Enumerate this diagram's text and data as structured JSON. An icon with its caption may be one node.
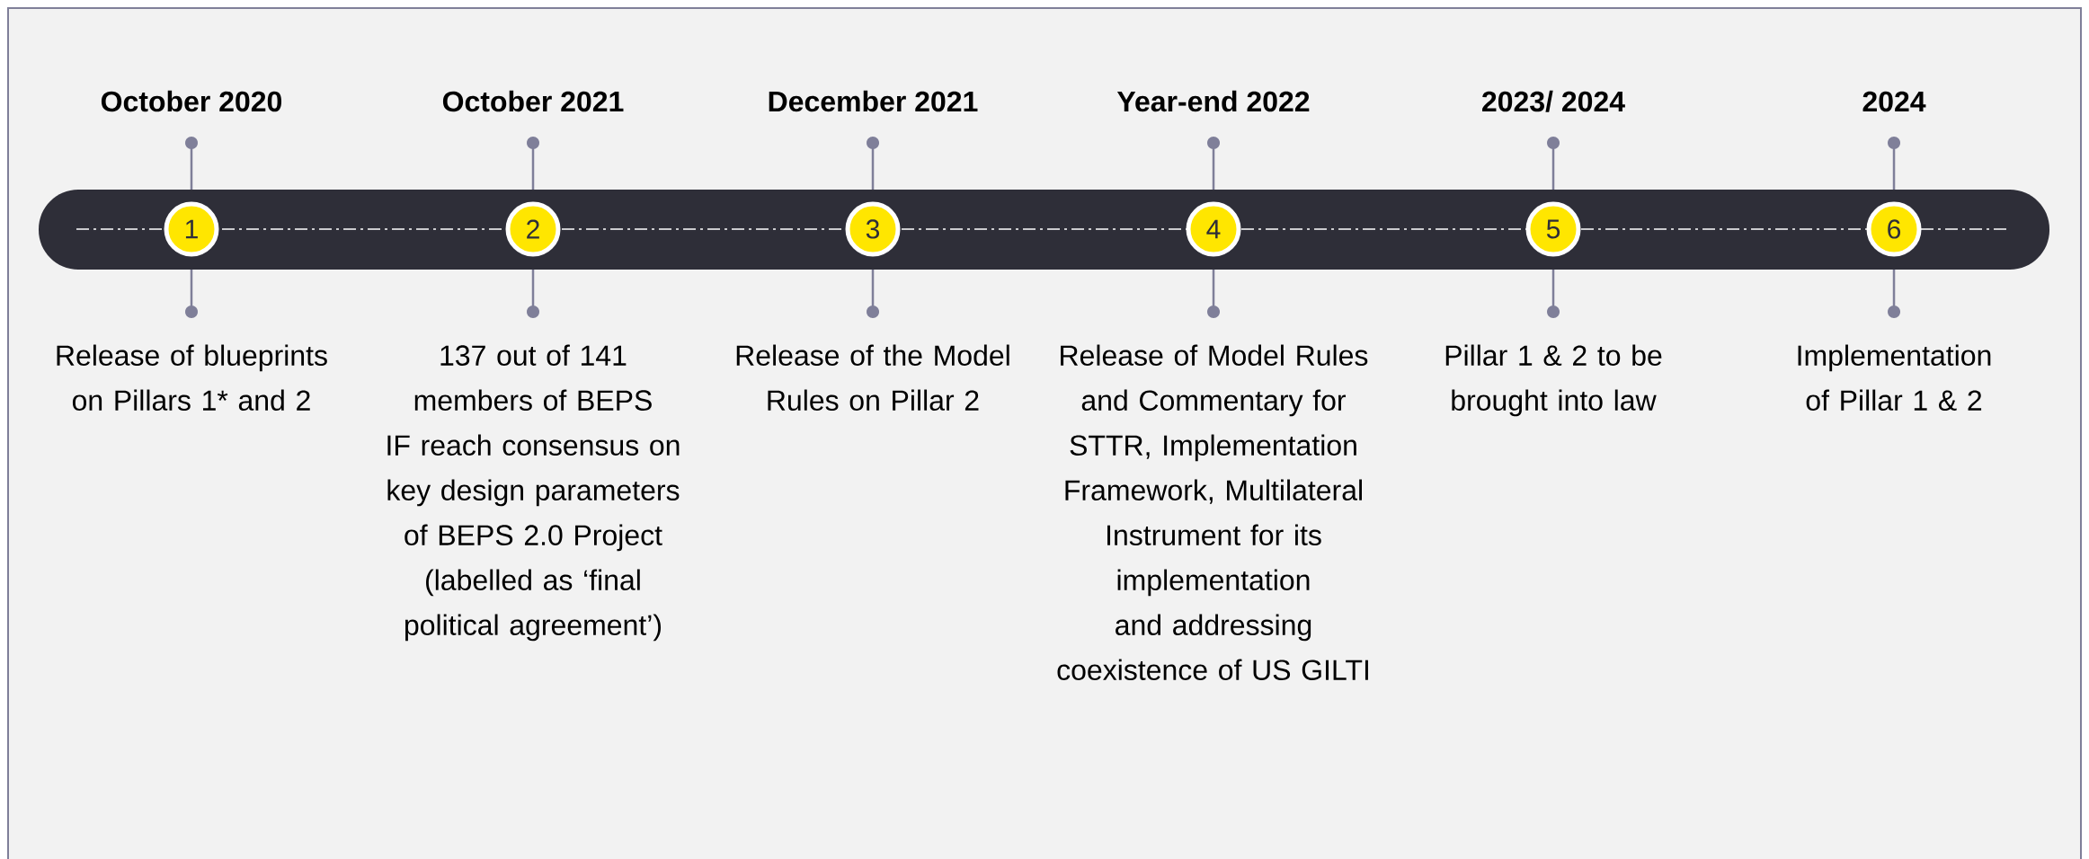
{
  "diagram": {
    "nodes": [
      {
        "text": [
          "1"
        ],
        "beside": [
          "October 2020",
          "Release of blueprints on Pillars 1* and 2"
        ]
      },
      {
        "text": [
          "2"
        ],
        "beside": [
          "October 2021",
          "137 out of 141 members of BEPS IF reach consensus on key design parameters of BEPS 2.0 Project (labelled as ‘final political agreement’)"
        ]
      },
      {
        "text": [
          "3"
        ],
        "beside": [
          "December 2021",
          "Release of the Model Rules on Pillar 2"
        ]
      },
      {
        "text": [
          "4"
        ],
        "beside": [
          "Year-end 2022",
          "Release of Model Rules and Commentary for STTR, Implementation Framework, Multilateral Instrument for its implementation and addressing coexistence of US GILTI"
        ]
      },
      {
        "text": [
          "5"
        ],
        "beside": [
          "2023/ 2024",
          "Pillar 1 & 2 to be brought into law"
        ]
      },
      {
        "text": [
          "6"
        ],
        "beside": [
          "2024",
          "Implementation of Pillar 1 & 2"
        ]
      }
    ]
  }
}
